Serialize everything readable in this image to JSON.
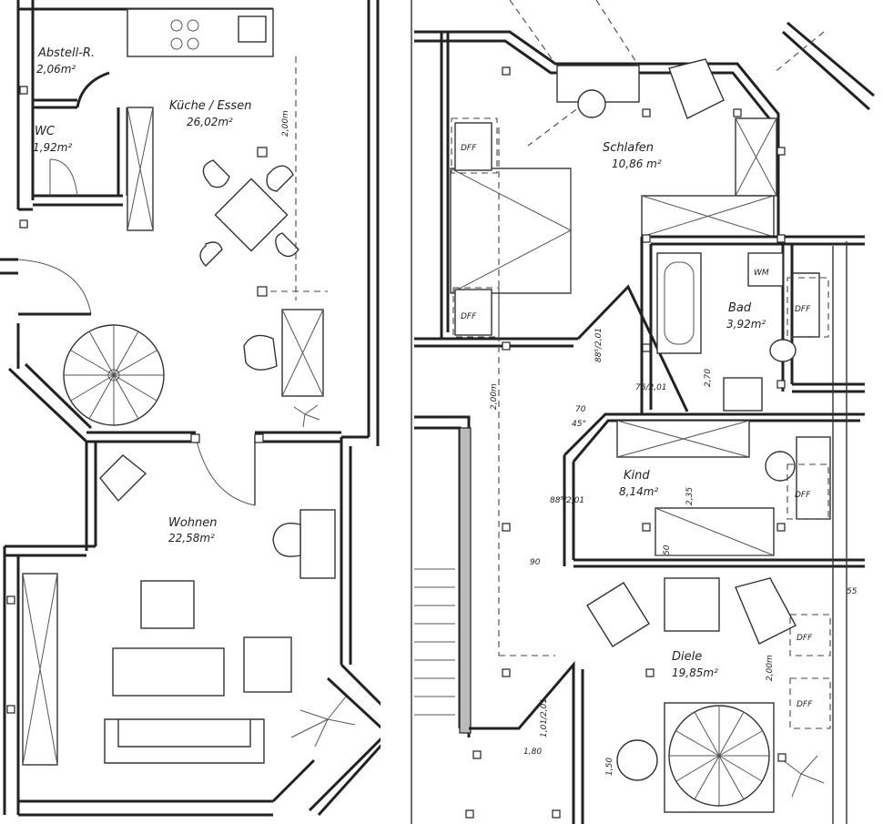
{
  "rooms": {
    "abstell": {
      "name": "Abstell-R.",
      "area": "2,06m²"
    },
    "wc": {
      "name": "WC",
      "area": "1,92m²"
    },
    "kueche": {
      "name": "Küche / Essen",
      "area": "26,02m²"
    },
    "wohnen": {
      "name": "Wohnen",
      "area": "22,58m²"
    },
    "schlafen": {
      "name": "Schlafen",
      "area": "10,86 m²"
    },
    "bad": {
      "name": "Bad",
      "area": "3,92m²"
    },
    "kind": {
      "name": "Kind",
      "area": "8,14m²"
    },
    "diele": {
      "name": "Diele",
      "area": "19,85m²"
    }
  },
  "fixtures": {
    "dff": "DFF",
    "wm": "WM"
  },
  "dimensions": {
    "kueche_height": "2,00m",
    "schlafen_door": "88⁵/2,01",
    "bad_door": "76/2,01",
    "bad_height": "2,70",
    "kind_side": "70",
    "kind_angle": "45°",
    "kind_door": "88⁵/2,01",
    "kind_height": "2,35",
    "kind_50": "50",
    "corridor_height": "2,00m",
    "width_90": "90",
    "width_55": "55",
    "diele_height": "2,00m",
    "stair_1": "1,01/2,01",
    "stair_width": "1,80",
    "stair_150": "1,50"
  }
}
